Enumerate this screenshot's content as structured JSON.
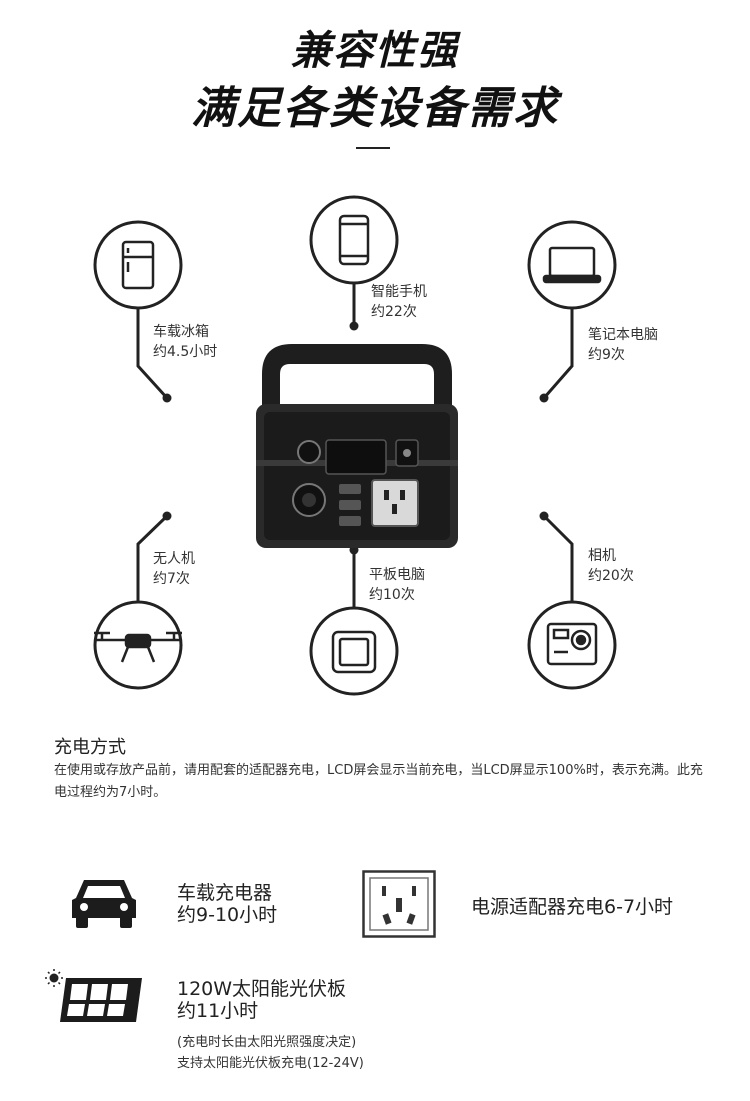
{
  "header": {
    "line1": "兼容性强",
    "line2": "满足各类设备需求"
  },
  "devices": [
    {
      "name": "车载冰箱",
      "value": "约4.5小时",
      "icon": "fridge-icon"
    },
    {
      "name": "智能手机",
      "value": "约22次",
      "icon": "smartphone-icon"
    },
    {
      "name": "笔记本电脑",
      "value": "约9次",
      "icon": "laptop-icon"
    },
    {
      "name": "无人机",
      "value": "约7次",
      "icon": "drone-icon"
    },
    {
      "name": "平板电脑",
      "value": "约10次",
      "icon": "tablet-icon"
    },
    {
      "name": "相机",
      "value": "约20次",
      "icon": "camera-icon"
    }
  ],
  "charging": {
    "title": "充电方式",
    "description": "在使用或存放产品前，请用配套的适配器充电，LCD屏会显示当前充电，当LCD屏显示100%时，表示充满。此充电过程约为7小时。"
  },
  "methods": {
    "car": {
      "title": "车载充电器",
      "time": "约9-10小时",
      "icon": "car-icon"
    },
    "adapter": {
      "title": "电源适配器充电6-7小时",
      "icon": "power-socket-icon"
    },
    "solar": {
      "title": "120W太阳能光伏板",
      "time": "约11小时",
      "note1": "(充电时长由太阳光照强度决定)",
      "note2": "支持太阳能光伏板充电(12-24V)",
      "icon": "solar-panel-icon"
    }
  }
}
